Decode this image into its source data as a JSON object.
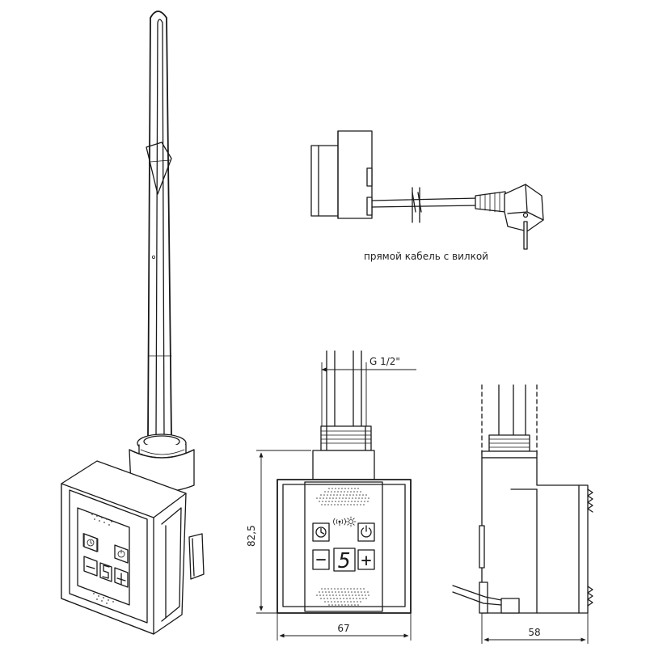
{
  "labels": {
    "cable_caption": "прямой кабель с вилкой",
    "thread_size": "G 1/2\"",
    "height_dim": "82,5",
    "width_dim": "67",
    "depth_dim": "58"
  },
  "display": {
    "digit": "5",
    "minus": "−",
    "plus": "+"
  },
  "icons": [
    "clock-icon",
    "wireless-signal-icon",
    "sun-icon",
    "power-icon"
  ],
  "colors": {
    "line": "#1a1a1a",
    "background": "#ffffff"
  }
}
